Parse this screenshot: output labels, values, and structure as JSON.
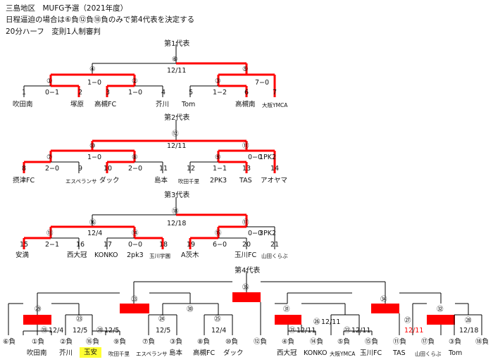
{
  "header": {
    "line1": "三島地区　MUFG予選（2021年度）",
    "line2": "日程逼迫の場合は⑥負⑫負⑱負のみで第4代表を決定する",
    "line3": "20分ハーフ　変則1人制審判"
  },
  "sections": [
    "第1代表",
    "第2代表",
    "第3代表",
    "第4代表"
  ],
  "chart_data": {
    "type": "bracket",
    "colors": {
      "line": "#000000",
      "winner_path": "#ff0000",
      "highlight": "#ffff33"
    },
    "brackets": [
      {
        "section": "第1代表",
        "teams": [
          {
            "seed": "1",
            "name": "吹田南"
          },
          {
            "seed": "2",
            "name": "塚原"
          },
          {
            "seed": "3",
            "name": "高槻FC"
          },
          {
            "seed": "4",
            "name": "芥川"
          },
          {
            "seed": "5",
            "name": "Tom"
          },
          {
            "seed": "6",
            "name": "高槻南"
          },
          {
            "seed": "7",
            "name": "大阪YMCA"
          }
        ],
        "matches": [
          {
            "id": "①",
            "score": "0−1"
          },
          {
            "id": "②",
            "score": "1−0"
          },
          {
            "id": "③",
            "score": "1−2"
          },
          {
            "id": "④",
            "score": "1−0"
          },
          {
            "id": "⑤",
            "score": "7−0"
          },
          {
            "id": "⑥",
            "date": "12/11"
          }
        ]
      },
      {
        "section": "第2代表",
        "teams": [
          {
            "seed": "8",
            "name": "摂津FC"
          },
          {
            "seed": "9",
            "name": "エスペランサ"
          },
          {
            "seed": "10",
            "name": "ダック"
          },
          {
            "seed": "11",
            "name": "島本"
          },
          {
            "seed": "12",
            "name": "吹田千里"
          },
          {
            "seed": "13",
            "name": "TAS"
          },
          {
            "seed": "14",
            "name": "アオヤマ"
          }
        ],
        "matches": [
          {
            "id": "⑦",
            "score": "2−0"
          },
          {
            "id": "⑧",
            "score": "2−0"
          },
          {
            "id": "⑨",
            "score": "1−1",
            "note": "2PK3"
          },
          {
            "id": "⑩",
            "score": "1−0"
          },
          {
            "id": "⑪",
            "score": "0−0",
            "note": "1PK2"
          },
          {
            "id": "⑫",
            "date": "12/11"
          }
        ]
      },
      {
        "section": "第3代表",
        "teams": [
          {
            "seed": "15",
            "name": "安満"
          },
          {
            "seed": "16",
            "name": "西大冠"
          },
          {
            "seed": "17",
            "name": "KONKO"
          },
          {
            "seed": "18",
            "name": "玉川学園"
          },
          {
            "seed": "19",
            "name": "A茨木"
          },
          {
            "seed": "20",
            "name": "玉川FC"
          },
          {
            "seed": "21",
            "name": "山田くらぶ"
          }
        ],
        "matches": [
          {
            "id": "⑬",
            "score": "2−1"
          },
          {
            "id": "⑭",
            "score": "0−0",
            "note": "2pk3"
          },
          {
            "id": "⑮",
            "score": "6−0"
          },
          {
            "id": "⑯",
            "date": "12/4"
          },
          {
            "id": "⑰",
            "score": "0−0",
            "note": "3PK2"
          },
          {
            "id": "⑱",
            "date": "12/18"
          }
        ]
      },
      {
        "section": "第4代表",
        "entries": [
          {
            "slot": "⑥負"
          },
          {
            "slot": "①負",
            "name": "吹田南"
          },
          {
            "slot": "②負",
            "name": "芥川"
          },
          {
            "slot": "⑯負",
            "name": "玉安",
            "highlight": true
          },
          {
            "slot": "⑨負",
            "name": "吹田千里"
          },
          {
            "slot": "⑦負",
            "name": "エスペランサ"
          },
          {
            "slot": "③負",
            "name": "島本"
          },
          {
            "slot": "⑧負",
            "name": "高槻FC"
          },
          {
            "slot": "⑩負",
            "name": "ダック"
          },
          {
            "slot": "⑫負"
          },
          {
            "slot": "④負",
            "name": "西大冠"
          },
          {
            "slot": "⑭負",
            "name": "KONKO"
          },
          {
            "slot": "⑤負",
            "name": "大阪YMCA"
          },
          {
            "slot": "⑮負",
            "name": "玉川FC"
          },
          {
            "slot": "⑪負",
            "name": "TAS"
          },
          {
            "slot": "⑰負",
            "name": "山田くらぶ"
          },
          {
            "slot": "③負",
            "name": "Tom"
          },
          {
            "slot": "⑱負"
          }
        ],
        "matches": [
          {
            "id": "⑲",
            "date": "12/4"
          },
          {
            "id": "⑳",
            "date": "12/5"
          },
          {
            "id": "㉑",
            "date": "12/11"
          },
          {
            "id": "㉒",
            "date": "12/11"
          },
          {
            "id": "㉓",
            "date": "12/5"
          },
          {
            "id": "㉔",
            "date": "12/5"
          },
          {
            "id": "㉕",
            "date": "12/4"
          },
          {
            "id": "㉖",
            "date": "12/11"
          },
          {
            "id": "㉗",
            "date": "12/11",
            "date_color": "#ff0000"
          },
          {
            "id": "㉘",
            "date": "12/18"
          },
          {
            "id": "㉙"
          },
          {
            "id": "㉚"
          },
          {
            "id": "㉛"
          },
          {
            "id": "㉜"
          },
          {
            "id": "㉝"
          },
          {
            "id": "㉞"
          },
          {
            "id": "㉟"
          }
        ]
      }
    ]
  }
}
